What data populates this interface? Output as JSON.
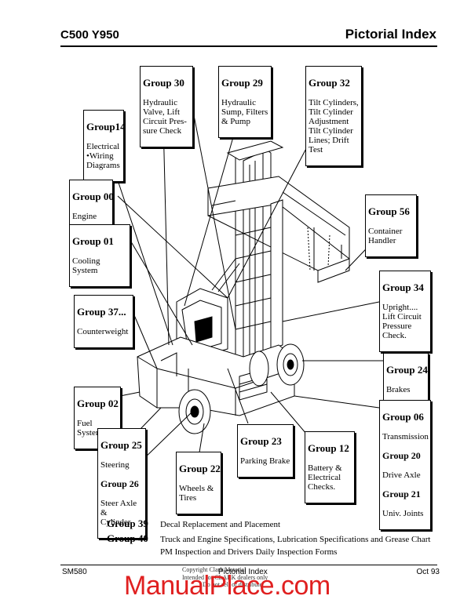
{
  "header": {
    "model": "C500 Y950",
    "title": "Pictorial Index"
  },
  "callouts": {
    "g30": {
      "group": "Group 30",
      "desc": "Hydraulic\nValve, Lift\nCircuit Pres-\nsure Check"
    },
    "g29": {
      "group": "Group 29",
      "desc": "Hydraulic\nSump, Filters\n& Pump"
    },
    "g32": {
      "group": "Group 32",
      "desc": "Tilt Cylinders,\nTilt Cylinder\nAdjustment\nTilt Cylinder\nLines; Drift\nTest"
    },
    "g14": {
      "group": "Group14",
      "desc": "Electrical\n•Wiring\nDiagrams"
    },
    "g00": {
      "group": "Group 00",
      "desc": "Engine"
    },
    "g01": {
      "group": "Group 01",
      "desc": "Cooling System"
    },
    "g56": {
      "group": "Group 56",
      "desc": "Container\nHandler"
    },
    "g34": {
      "group": "Group 34",
      "desc": "Upright....\nLift Circuit\nPressure\nCheck."
    },
    "g37": {
      "group": "Group 37...",
      "desc": "Counterweight"
    },
    "g24": {
      "group": "Group 24",
      "desc": "Brakes"
    },
    "g02": {
      "group": "Group 02",
      "desc": "Fuel System"
    },
    "g06": {
      "group": "Group 06",
      "desc": "Transmission",
      "group2": "Group 20",
      "desc2": "Drive Axle",
      "group3": "Group 21",
      "desc3": "Univ. Joints"
    },
    "g25": {
      "group": "Group 25",
      "desc": "Steering",
      "group2": "Group 26",
      "desc2": "Steer Axle &\nCylinder"
    },
    "g22": {
      "group": "Group 22",
      "desc": "Wheels &\nTires"
    },
    "g23": {
      "group": "Group 23",
      "desc": "Parking Brake"
    },
    "g12": {
      "group": "Group 12",
      "desc": "Battery &\nElectrical\nChecks."
    }
  },
  "legend": [
    {
      "group": "Group 39",
      "text": "Decal Replacement and Placement"
    },
    {
      "group": "Group 40",
      "text": "Truck and Engine Specifications, Lubrication Specifications and Grease Chart"
    },
    {
      "group": "",
      "text": "PM Inspection and Drivers Daily Inspection Forms"
    }
  ],
  "footer": {
    "left": "SM580",
    "center": "Pictorial Index",
    "right": "Oct 93",
    "copyright_1": "Copyright Clark Material",
    "copyright_2": "Intended for CLARK dealers only",
    "copyright_3": "Do not sell or distribute"
  },
  "watermark": "ManualPlace.com",
  "colors": {
    "watermark": "#e02020"
  }
}
